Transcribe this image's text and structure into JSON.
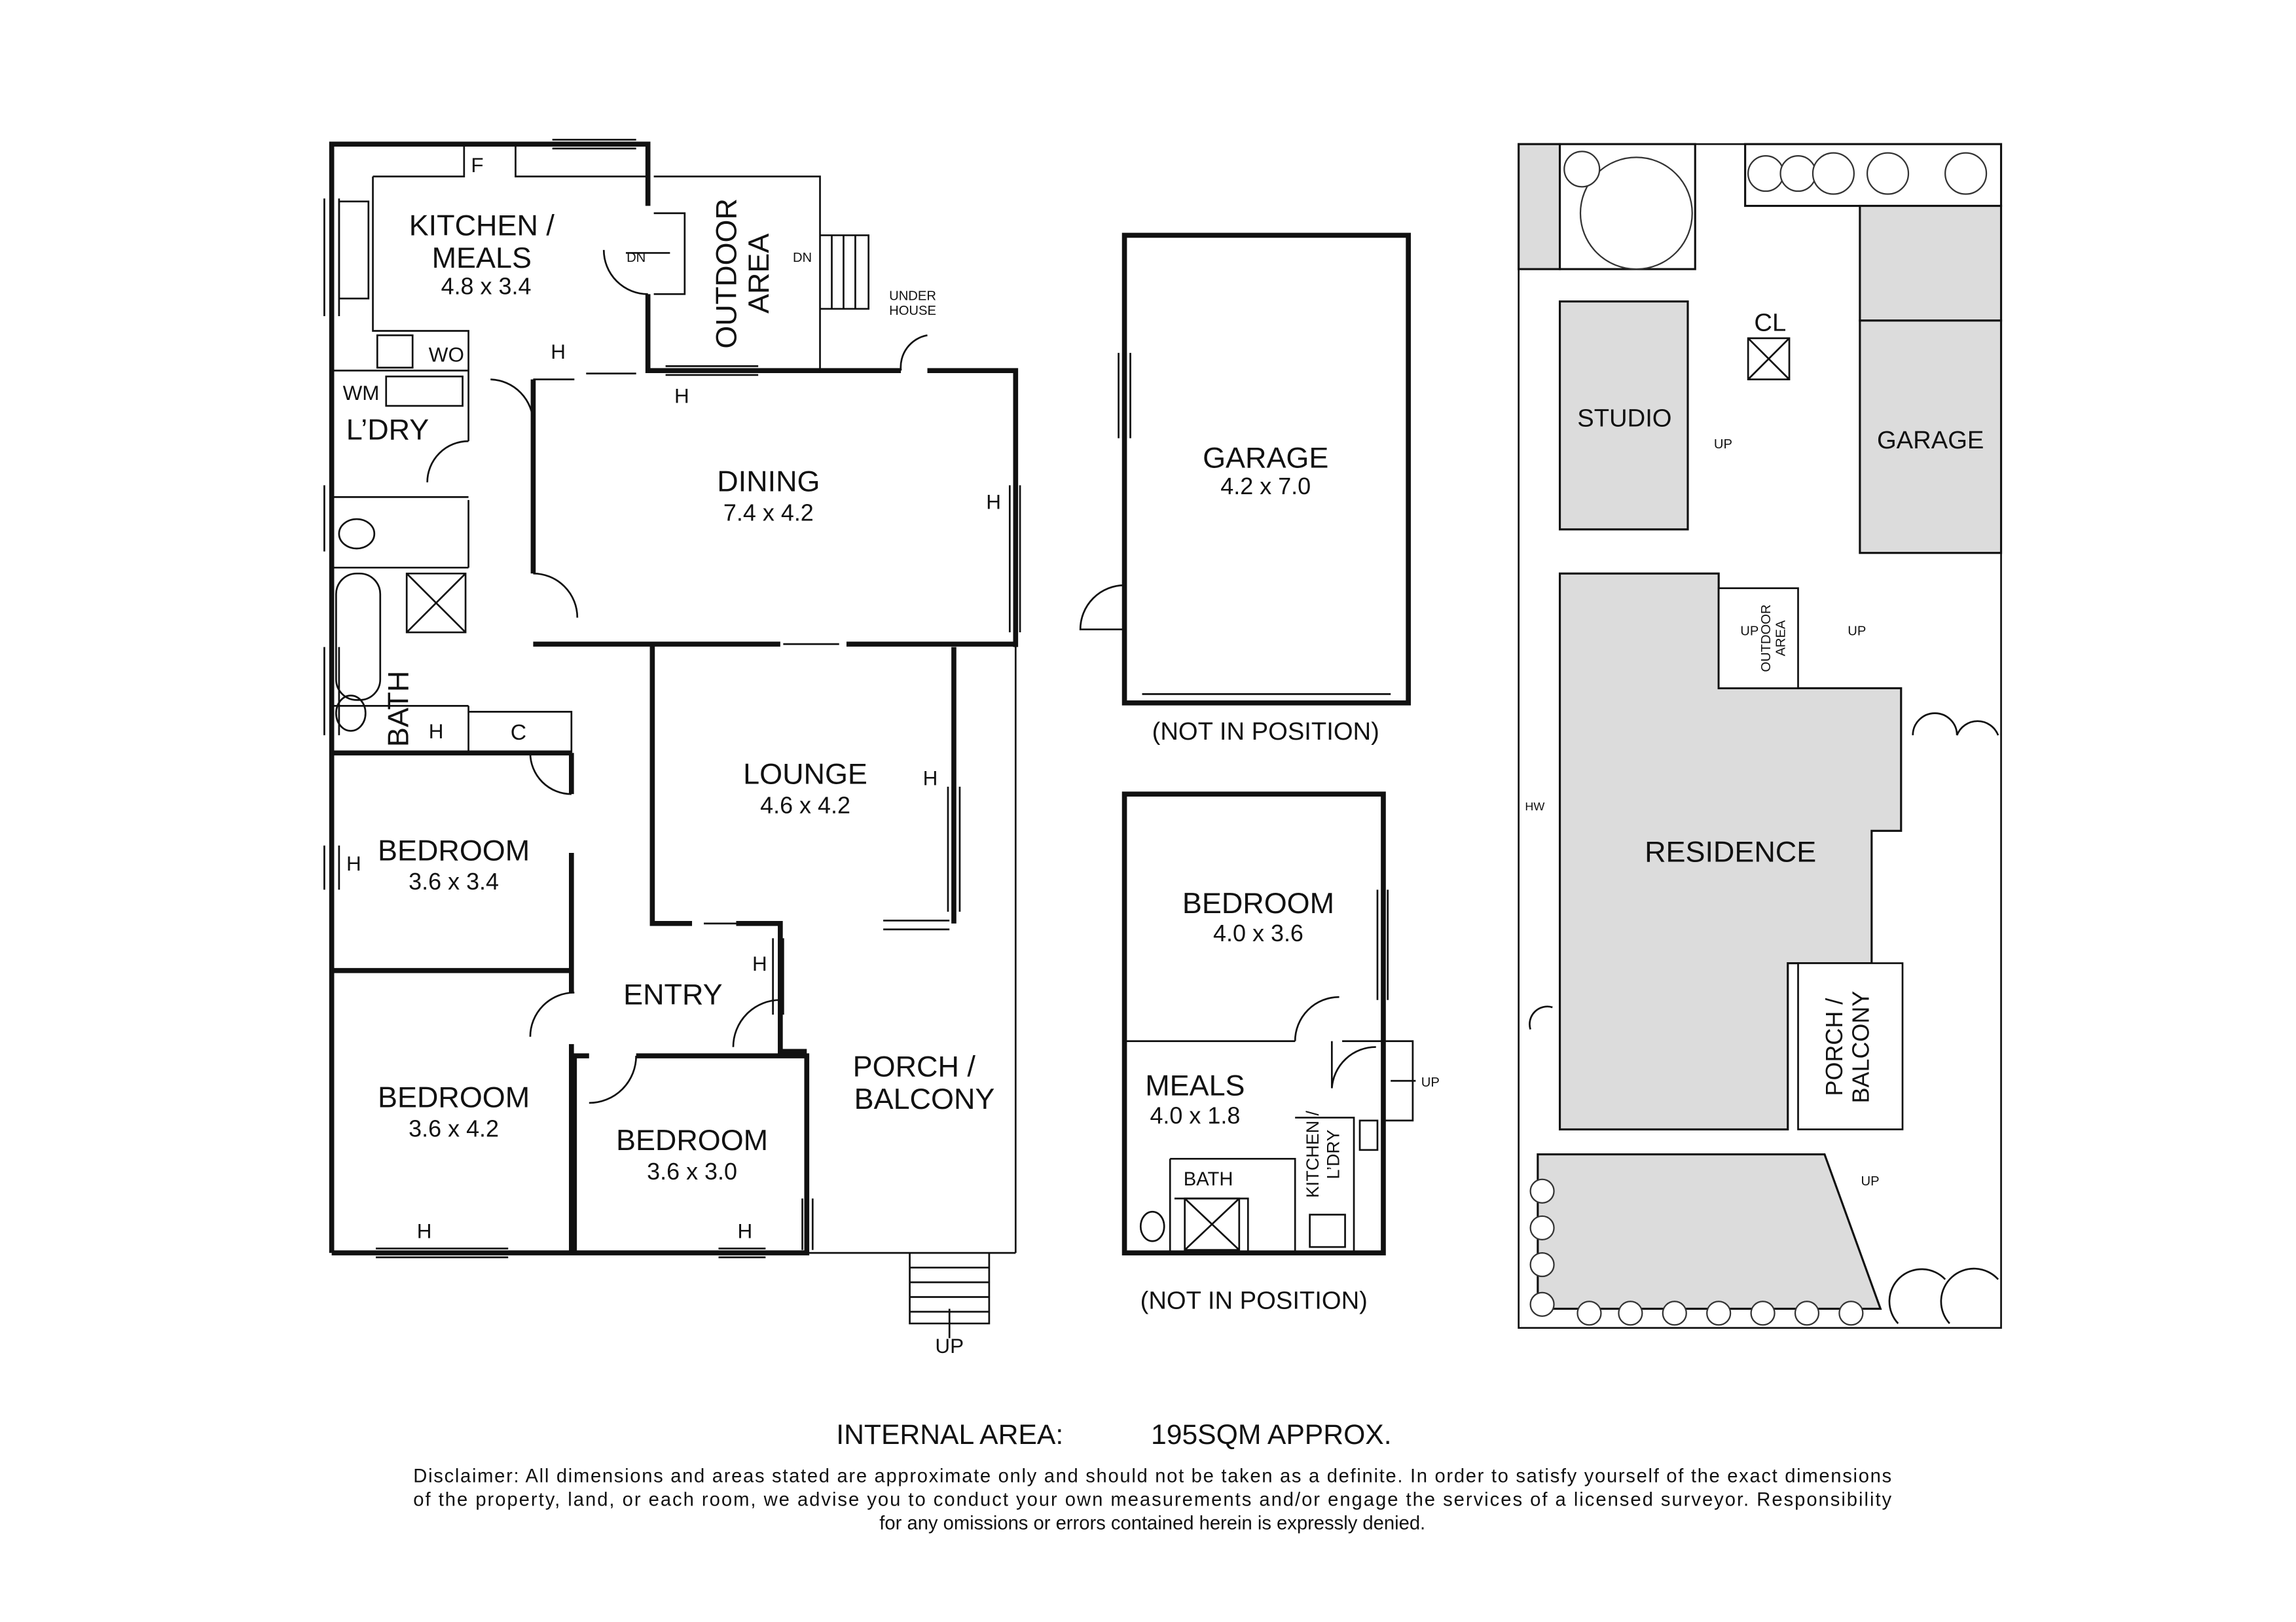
{
  "main_house": {
    "kitchen": {
      "lines": [
        "KITCHEN /",
        "MEALS"
      ],
      "dims": "4.8 x 3.4"
    },
    "outdoor": {
      "lines": [
        "OUTDOOR",
        "AREA"
      ]
    },
    "dining": {
      "name": "DINING",
      "dims": "7.4 x 4.2"
    },
    "lounge": {
      "name": "LOUNGE",
      "dims": "4.6 x 4.2"
    },
    "bedroom1": {
      "name": "BEDROOM",
      "dims": "3.6 x 3.4"
    },
    "bedroom2": {
      "name": "BEDROOM",
      "dims": "3.6 x 4.2"
    },
    "bedroom3": {
      "name": "BEDROOM",
      "dims": "3.6 x 3.0"
    },
    "entry": {
      "name": "ENTRY"
    },
    "porch": {
      "lines": [
        "PORCH /",
        "BALCONY"
      ]
    },
    "laundry": {
      "name": "L’DRY"
    },
    "bath": {
      "name": "BATH"
    }
  },
  "garage_plan": {
    "name": "GARAGE",
    "dims": "4.2 x 7.0",
    "note": "(NOT IN POSITION)"
  },
  "studio_plan": {
    "bedroom": {
      "name": "BEDROOM",
      "dims": "4.0 x 3.6"
    },
    "meals": {
      "name": "MEALS",
      "dims": "4.0 x 1.8"
    },
    "bath": "BATH",
    "kitchen_laundry": [
      "KITCHEN /",
      "L’DRY"
    ],
    "note": "(NOT IN POSITION)"
  },
  "site_plan": {
    "studio": "STUDIO",
    "garage": "GARAGE",
    "residence": "RESIDENCE",
    "clothesline": "CL",
    "outdoor": [
      "OUTDOOR",
      "AREA"
    ],
    "porch": [
      "PORCH /",
      "BALCONY"
    ],
    "hot_water": "HW"
  },
  "labels": {
    "fridge": "F",
    "down": "DN",
    "up": "UP",
    "under_house": [
      "UNDER",
      "HOUSE"
    ],
    "heater": "H",
    "wall_oven": "WO",
    "washing_machine": "WM",
    "cupboard": "C"
  },
  "footer": {
    "area_label": "INTERNAL AREA:",
    "area_value": "195SQM APPROX.",
    "disclaimer": [
      "Disclaimer: All dimensions and areas stated are approximate only and should not be taken as a definite. In order to satisfy yourself of the exact dimensions",
      "of the property, land, or each room, we advise you to conduct your own measurements and/or engage the services of a licensed surveyor. Responsibility",
      "for any omissions or errors contained herein is expressly denied."
    ]
  }
}
